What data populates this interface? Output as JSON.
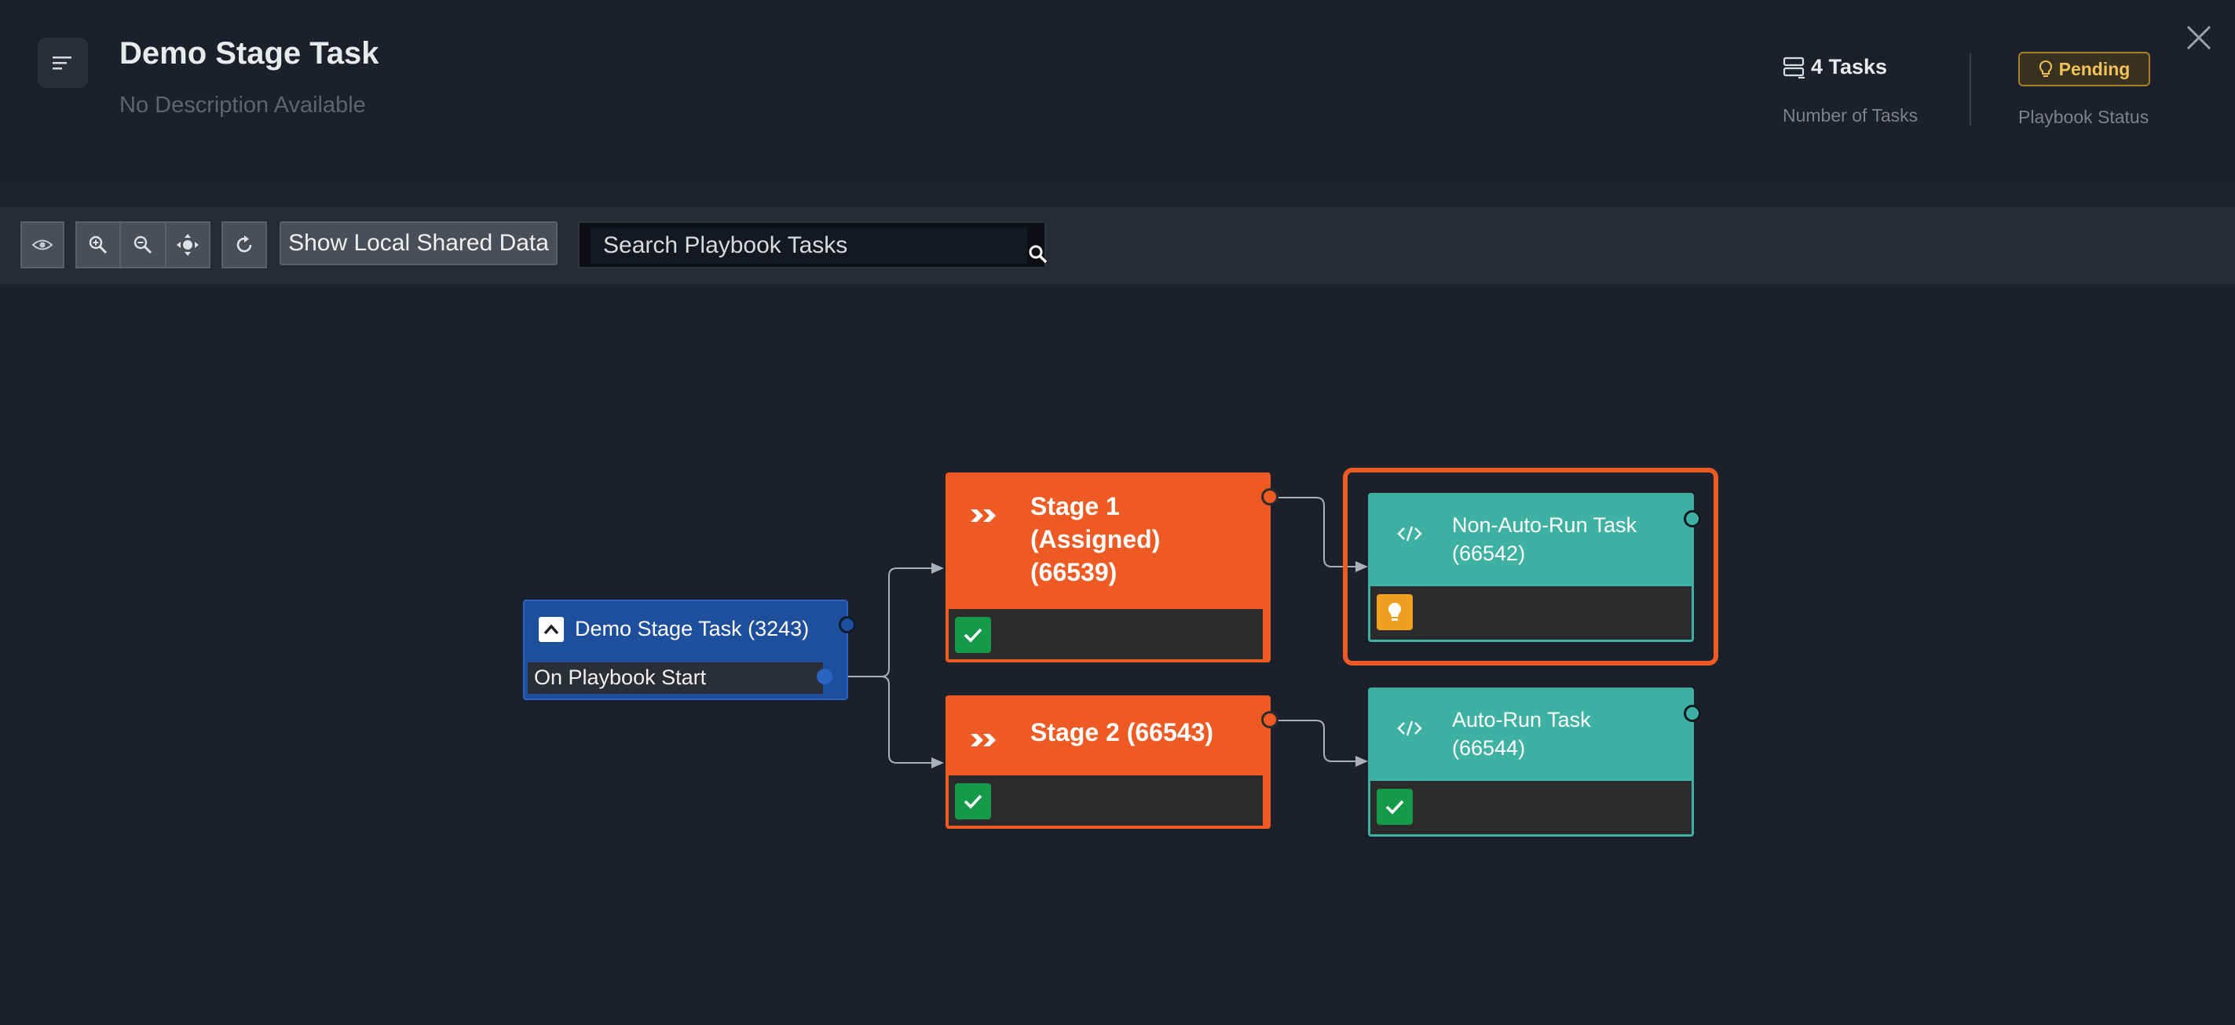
{
  "header": {
    "title": "Demo Stage Task",
    "description": "No Description Available",
    "tasks_count": "4 Tasks",
    "tasks_label": "Number of Tasks",
    "status": "Pending",
    "status_label": "Playbook Status"
  },
  "toolbar": {
    "show_shared_label": "Show Local Shared Data",
    "search_placeholder": "Search Playbook Tasks"
  },
  "graph": {
    "start": {
      "title": "Demo Stage Task (3243)",
      "trigger": "On Playbook Start"
    },
    "stage1": {
      "title_lines": [
        "Stage 1",
        "(Assigned)",
        "(66539)"
      ],
      "status": "complete"
    },
    "stage2": {
      "title": "Stage 2 (66543)",
      "status": "complete"
    },
    "task1": {
      "title_lines": [
        "Non-Auto-Run Task",
        "(66542)"
      ],
      "status": "pending"
    },
    "task2": {
      "title_lines": [
        "Auto-Run Task",
        "(66544)"
      ],
      "status": "complete"
    }
  },
  "colors": {
    "stage": "#ee5a24",
    "task": "#3fb1a3",
    "start": "#1e4f9c",
    "check": "#149a48",
    "pending": "#f0a020",
    "background": "#1c202a"
  }
}
